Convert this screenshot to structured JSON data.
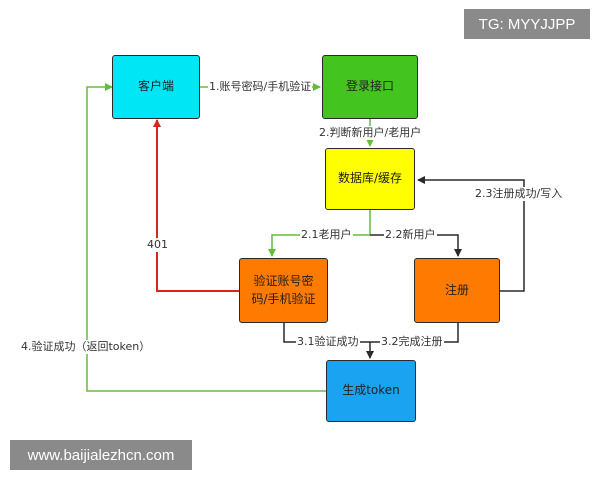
{
  "watermark": {
    "top_right": "TG: MYYJJPP",
    "bottom_left": "www.baijialezhcn.com"
  },
  "nodes": {
    "client": {
      "text": "客户端",
      "color": "#00e6f5"
    },
    "login": {
      "text": "登录接口",
      "color": "#44c41e"
    },
    "database": {
      "text": "数据库/缓存",
      "color": "#ffff00"
    },
    "verify": {
      "line1": "验证账号密",
      "line2": "码/手机验证",
      "color": "#ff7a00"
    },
    "register": {
      "text": "注册",
      "color": "#ff7a00"
    },
    "token": {
      "text": "生成token",
      "color": "#1aa3f0"
    }
  },
  "edges": {
    "e1": "1.账号密码/手机验证",
    "e2": "2.判断新用户/老用户",
    "e21": "2.1老用户",
    "e22": "2.2新用户",
    "e23": "2.3注册成功/写入",
    "e31": "3.1验证成功",
    "e32": "3.2完成注册",
    "e4": "4.验证成功（返回token）",
    "e401": "401"
  },
  "colors": {
    "green_arrow": "#5fbf3a",
    "red_arrow": "#d9261c",
    "black_arrow": "#2a2a2a"
  }
}
